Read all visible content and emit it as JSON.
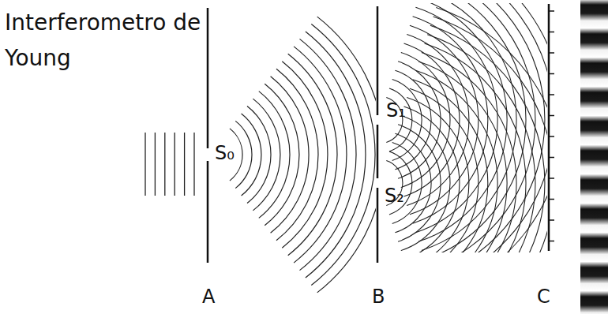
{
  "diagram": {
    "title": "Interferometro de Young",
    "labels": [
      "S₀",
      "S₁",
      "S₂",
      "A",
      "B",
      "C"
    ]
  }
}
